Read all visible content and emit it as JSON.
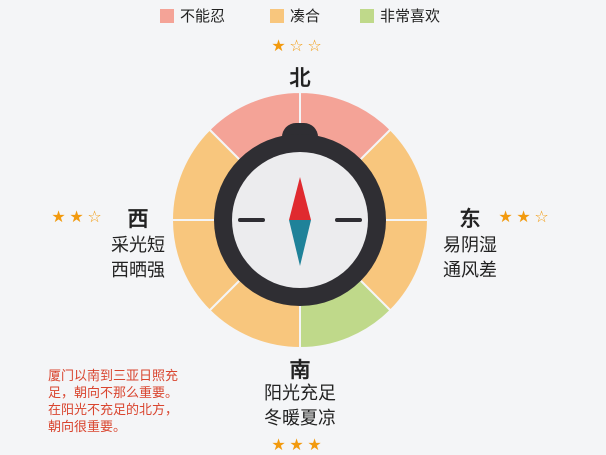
{
  "legend": [
    {
      "label": "不能忍",
      "color": "#f4a397"
    },
    {
      "label": "凑合",
      "color": "#f8c67d"
    },
    {
      "label": "非常喜欢",
      "color": "#bfd98a"
    }
  ],
  "directions": {
    "north": {
      "label": "北",
      "stars": 1,
      "max_stars": 3,
      "rating": "不能忍"
    },
    "east": {
      "label": "东",
      "stars": 2,
      "max_stars": 3,
      "desc": [
        "易阴湿",
        "通风差"
      ],
      "rating": "凑合"
    },
    "south": {
      "label": "南",
      "stars": 3,
      "max_stars": 3,
      "desc": [
        "阳光充足",
        "冬暖夏凉"
      ],
      "rating": "非常喜欢"
    },
    "west": {
      "label": "西",
      "stars": 2,
      "max_stars": 3,
      "desc": [
        "采光短",
        "西晒强"
      ],
      "rating": "凑合"
    }
  },
  "note": [
    "厦门以南到三亚日照充",
    "足，朝向不那么重要。",
    "在阳光不充足的北方，",
    "朝向很重要。"
  ],
  "colors": {
    "star": "#f29a0e",
    "compass_ring": "#2f2e33",
    "compass_face": "#ececee",
    "needle_north": "#e02a2f",
    "needle_south": "#1f8299"
  }
}
